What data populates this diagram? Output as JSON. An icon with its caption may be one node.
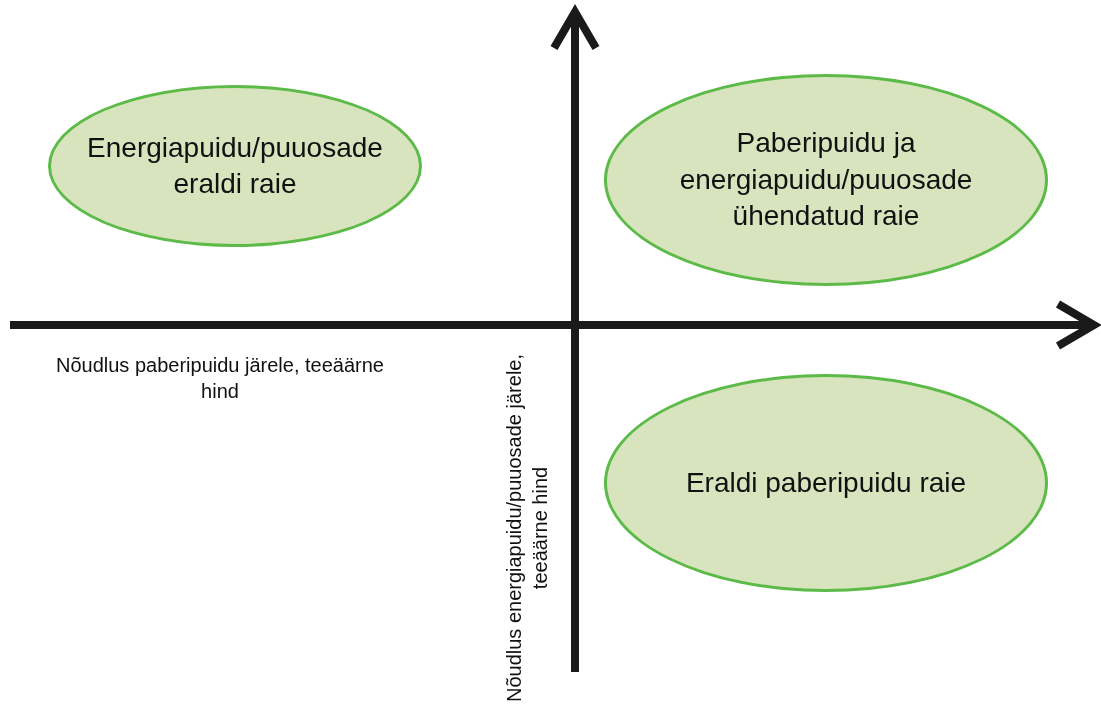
{
  "diagram": {
    "nodes": [
      {
        "text": [
          "Energiapuidu/puuosade eraldi raie"
        ]
      },
      {
        "text": [
          "Paberipuidu ja energiapuidu/puuosade ühendatud raie"
        ]
      },
      {
        "text": [
          "Eraldi paberipuidu raie"
        ]
      }
    ],
    "labels": [
      "Nõudlus paberipuidu järele, teeäärne hind",
      "Nõudlus energiapuidu/puuosade järele, teeäärne hind"
    ]
  }
}
